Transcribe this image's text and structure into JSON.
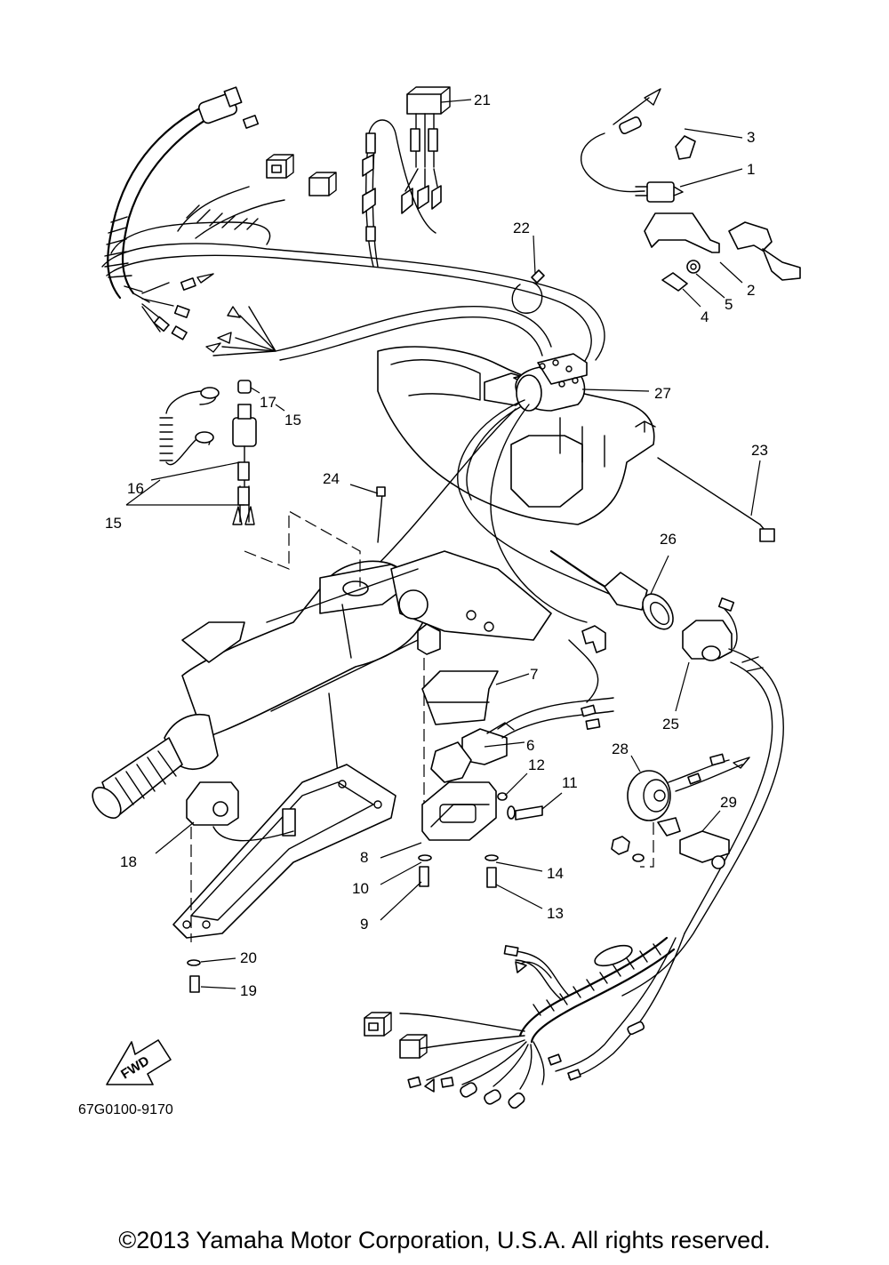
{
  "diagram": {
    "catalog_code": "67G0100-9170",
    "copyright": "©2013 Yamaha Motor Corporation, U.S.A. All rights reserved.",
    "fwd_arrow_text": "FWD",
    "callouts": [
      "1",
      "2",
      "3",
      "4",
      "5",
      "6",
      "7",
      "8",
      "9",
      "10",
      "11",
      "12",
      "13",
      "14",
      "15",
      "15",
      "16",
      "17",
      "18",
      "19",
      "20",
      "21",
      "22",
      "23",
      "24",
      "25",
      "26",
      "27",
      "28",
      "29"
    ]
  }
}
